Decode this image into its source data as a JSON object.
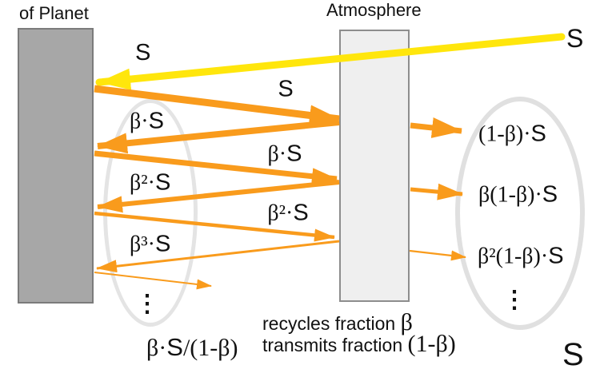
{
  "headings": {
    "planet": "of Planet",
    "atmosphere": "Atmosphere"
  },
  "solar": {
    "source_label": "S",
    "incident_label": "S"
  },
  "upward_flux": [
    {
      "pre": "",
      "s": "S"
    },
    {
      "pre": "β·",
      "s": "S"
    },
    {
      "pre": "β²·",
      "s": "S"
    }
  ],
  "recycled_flux": {
    "items": [
      {
        "pre": "β·",
        "s": "S"
      },
      {
        "pre": "β²·",
        "s": "S"
      },
      {
        "pre": "β³·",
        "s": "S"
      }
    ],
    "ellipsis": "⋮",
    "sum_partial": {
      "pre": "β·",
      "s": "S",
      "post": "/(1-β)"
    }
  },
  "transmitted_flux": {
    "items": [
      {
        "pre": "(1-β)·",
        "s": "S"
      },
      {
        "pre": "β(1-β)·",
        "s": "S"
      },
      {
        "pre": "β²(1-β)·",
        "s": "S"
      }
    ],
    "ellipsis": "⋮",
    "sum_partial": "S"
  },
  "atmosphere_notes": [
    {
      "text": "recycles fraction ",
      "sym": "β"
    },
    {
      "text": "transmits fraction ",
      "sym": "(1-β)"
    }
  ],
  "colors": {
    "arrow_orange": "#F99B1C",
    "arrow_yellow": "#FFE60C",
    "planet_gray": "#A7A7A7",
    "atmosphere_gray": "#EFEFEF",
    "ellipse_gray": "#E2E2E2"
  }
}
